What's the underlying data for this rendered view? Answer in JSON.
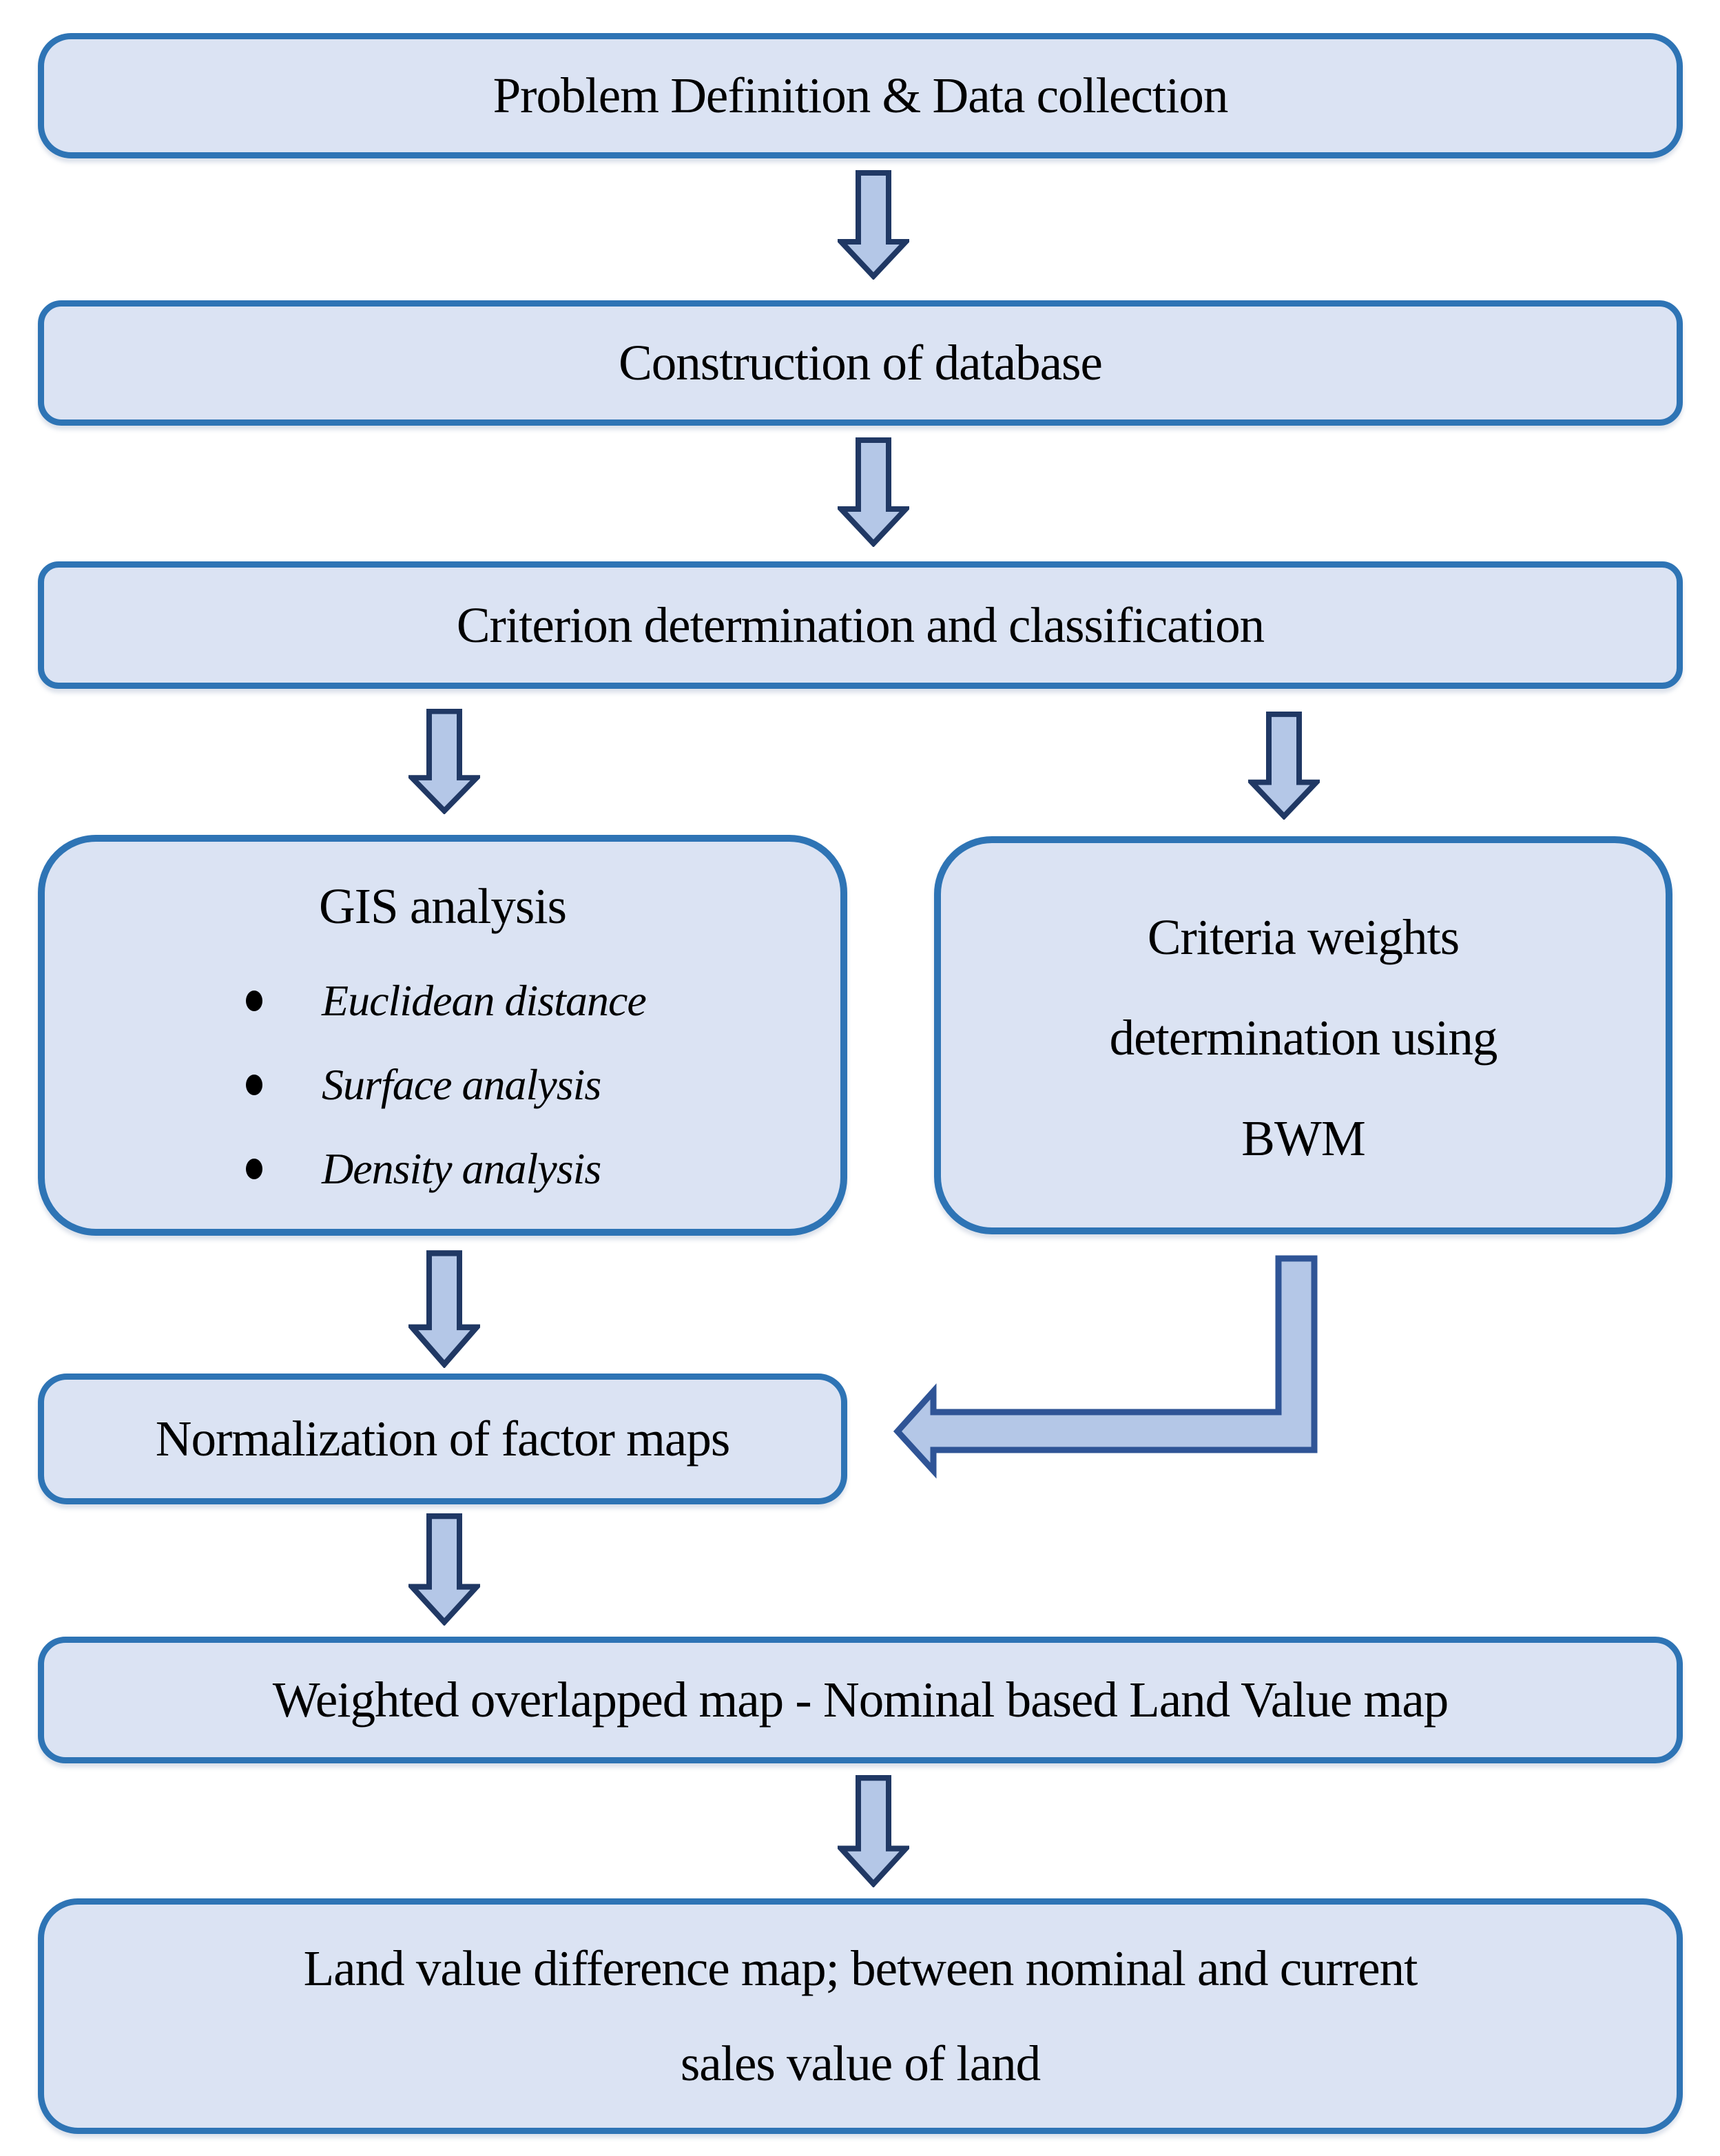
{
  "flow": {
    "problem": {
      "label": "Problem Definition & Data collection"
    },
    "database": {
      "label": "Construction of database"
    },
    "criterion": {
      "label": "Criterion determination and classification"
    },
    "gis": {
      "title": "GIS analysis",
      "bullets": [
        "Euclidean distance",
        "Surface analysis",
        "Density analysis"
      ]
    },
    "weights": {
      "lines": [
        "Criteria weights",
        "determination using",
        "BWM"
      ]
    },
    "normalization": {
      "label": "Normalization of factor maps"
    },
    "weighted": {
      "label": "Weighted overlapped map - Nominal based Land Value map"
    },
    "difference": {
      "lines": [
        "Land value difference map; between nominal and current",
        "sales value of land"
      ]
    }
  },
  "icons": {
    "down_arrow": "down-arrow-icon",
    "elbow_arrow": "elbow-left-arrow-icon"
  },
  "colors": {
    "box_fill": "#dbe3f3",
    "box_border": "#2e74b5",
    "arrow_fill": "#b4c7e7",
    "arrow_border": "#203864",
    "elbow_arrow_border": "#2f5496",
    "text": "#000000",
    "background": "#ffffff"
  }
}
